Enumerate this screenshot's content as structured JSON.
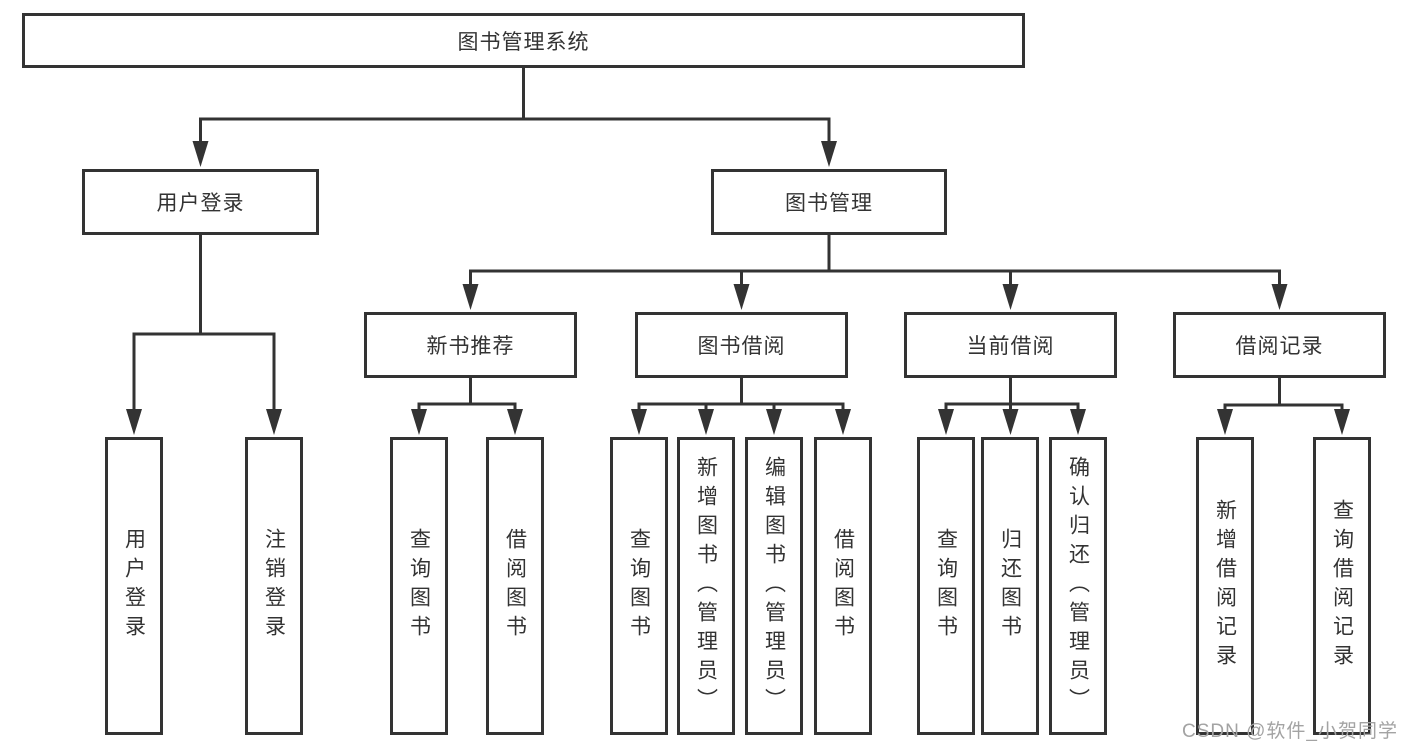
{
  "diagram": {
    "root": {
      "label": "图书管理系统",
      "children": [
        {
          "label": "用户登录",
          "children": [
            {
              "label": "用户登录"
            },
            {
              "label": "注销登录"
            }
          ]
        },
        {
          "label": "图书管理",
          "children": [
            {
              "label": "新书推荐",
              "children": [
                {
                  "label": "查询图书"
                },
                {
                  "label": "借阅图书"
                }
              ]
            },
            {
              "label": "图书借阅",
              "children": [
                {
                  "label": "查询图书"
                },
                {
                  "label": "新增图书（管理员）"
                },
                {
                  "label": "编辑图书（管理员）"
                },
                {
                  "label": "借阅图书"
                }
              ]
            },
            {
              "label": "当前借阅",
              "children": [
                {
                  "label": "查询图书"
                },
                {
                  "label": "归还图书"
                },
                {
                  "label": "确认归还（管理员）"
                }
              ]
            },
            {
              "label": "借阅记录",
              "children": [
                {
                  "label": "新增借阅记录"
                },
                {
                  "label": "查询借阅记录"
                }
              ]
            }
          ]
        }
      ]
    }
  },
  "watermark": {
    "text": "CSDN @软件_小贺同学"
  },
  "colors": {
    "line": "#333333",
    "text": "#333333",
    "background": "#ffffff",
    "watermark": "#a3a3a3"
  }
}
